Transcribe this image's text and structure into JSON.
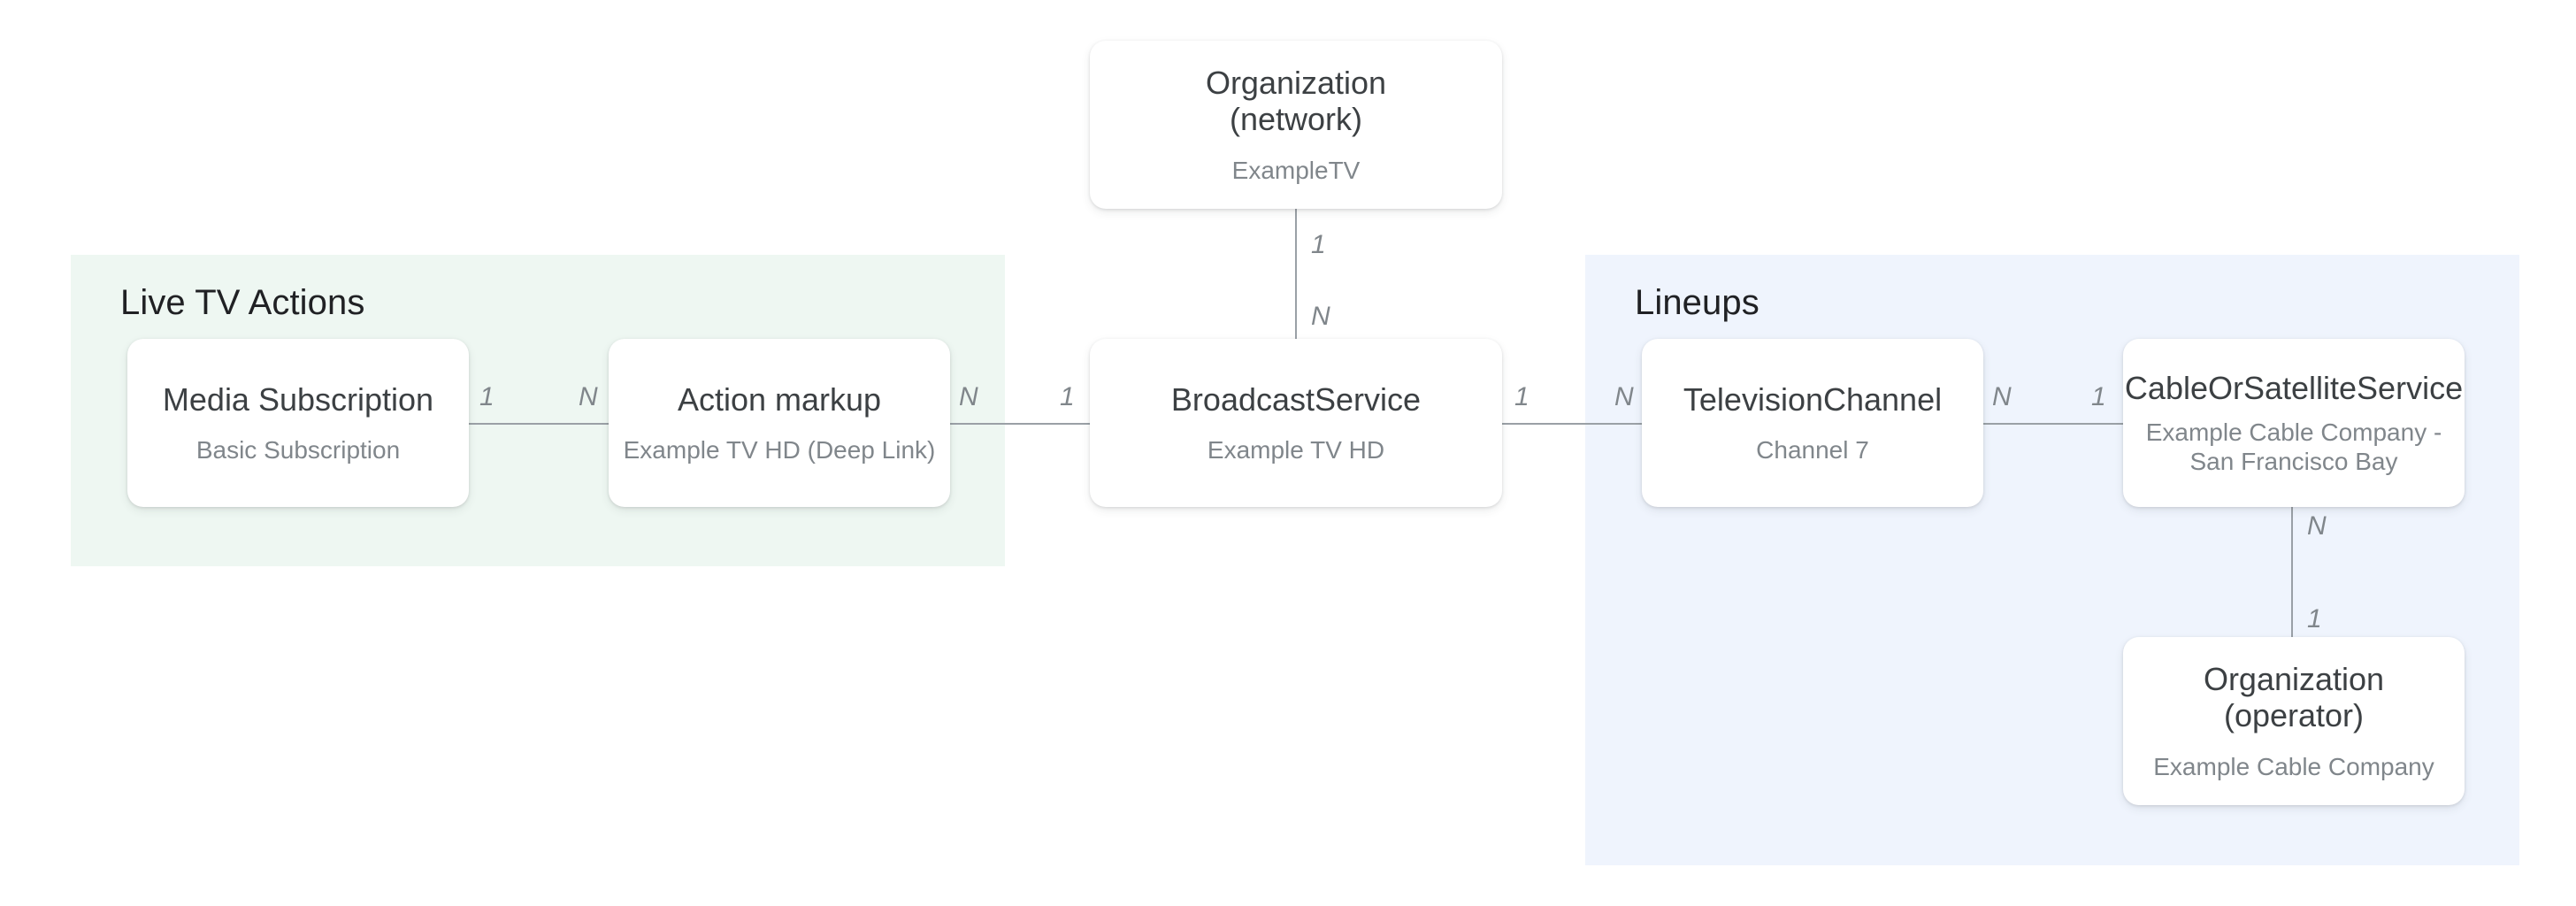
{
  "diagram": {
    "title": "Live TV structured data entity relationship diagram",
    "background": "#ffffff",
    "edge_color": "#9aa0a6",
    "card_title_color": "#3c4043",
    "card_subtitle_color": "#80868b"
  },
  "groups": [
    {
      "id": "live-tv-actions",
      "label": "Live TV Actions",
      "color": "#eef7f2"
    },
    {
      "id": "lineups",
      "label": "Lineups",
      "color": "#eff4fd"
    }
  ],
  "nodes": [
    {
      "id": "organization-network",
      "title": "Organization\n(network)",
      "subtitle": "ExampleTV"
    },
    {
      "id": "media-subscription",
      "title": "Media Subscription",
      "subtitle": "Basic Subscription"
    },
    {
      "id": "action-markup",
      "title": "Action markup",
      "subtitle": "Example TV HD (Deep Link)"
    },
    {
      "id": "broadcast-service",
      "title": "BroadcastService",
      "subtitle": "Example TV HD"
    },
    {
      "id": "television-channel",
      "title": "TelevisionChannel",
      "subtitle": "Channel 7"
    },
    {
      "id": "cable-or-satellite-service",
      "title": "CableOrSatelliteService",
      "subtitle": "Example Cable Company -\nSan Francisco Bay"
    },
    {
      "id": "organization-operator",
      "title": "Organization (operator)",
      "subtitle": "Example Cable Company"
    }
  ],
  "edges": [
    {
      "id": "edge-org-network-broadcast",
      "from": "organization-network",
      "to": "broadcast-service",
      "from_cardinality": "1",
      "to_cardinality": "N",
      "orientation": "vertical"
    },
    {
      "id": "edge-media-subscription-action",
      "from": "media-subscription",
      "to": "action-markup",
      "from_cardinality": "1",
      "to_cardinality": "N",
      "orientation": "horizontal"
    },
    {
      "id": "edge-action-broadcast",
      "from": "action-markup",
      "to": "broadcast-service",
      "from_cardinality": "N",
      "to_cardinality": "1",
      "orientation": "horizontal"
    },
    {
      "id": "edge-broadcast-television-channel",
      "from": "broadcast-service",
      "to": "television-channel",
      "from_cardinality": "1",
      "to_cardinality": "N",
      "orientation": "horizontal"
    },
    {
      "id": "edge-television-channel-cable",
      "from": "television-channel",
      "to": "cable-or-satellite-service",
      "from_cardinality": "N",
      "to_cardinality": "1",
      "orientation": "horizontal"
    },
    {
      "id": "edge-cable-organization-operator",
      "from": "cable-or-satellite-service",
      "to": "organization-operator",
      "from_cardinality": "N",
      "to_cardinality": "1",
      "orientation": "vertical"
    }
  ]
}
